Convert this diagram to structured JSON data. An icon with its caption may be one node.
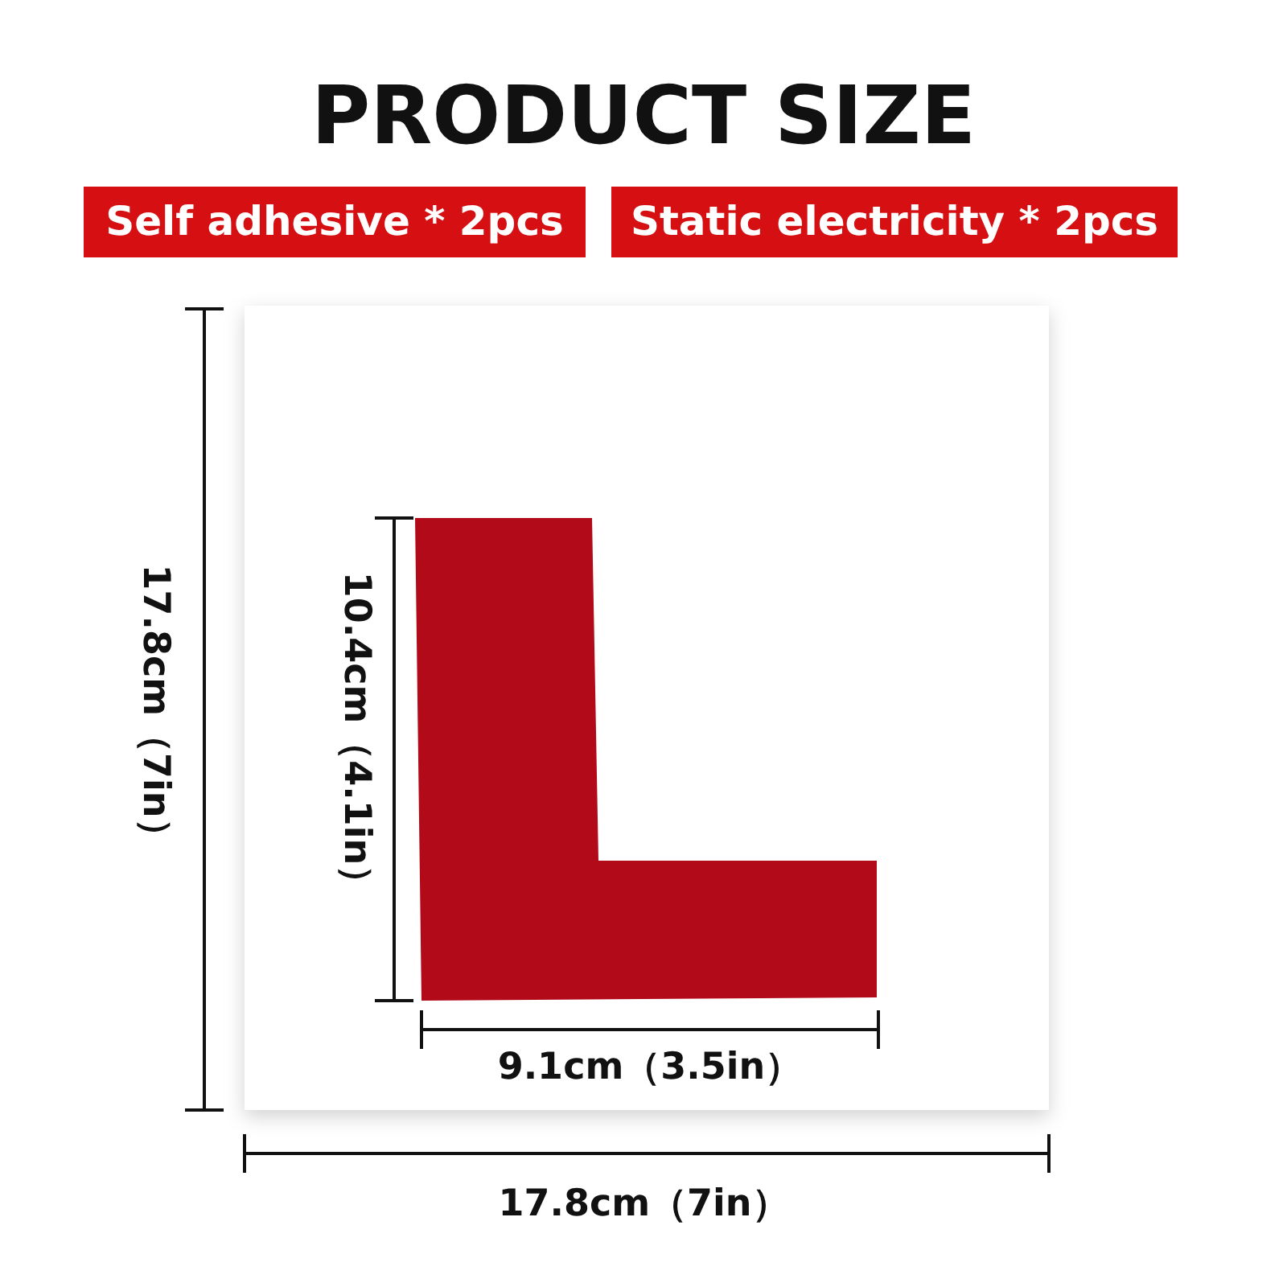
{
  "diagram": {
    "title": "PRODUCT SIZE",
    "nodes": [
      {
        "text": [],
        "shape": "picture"
      }
    ],
    "labels": [
      "Self adhesive * 2pcs",
      "Static electricity * 2pcs",
      "17.8cm（7in）",
      "10.4cm（4.1in）",
      "9.1cm（3.5in）",
      "17.8cm（7in）"
    ]
  }
}
